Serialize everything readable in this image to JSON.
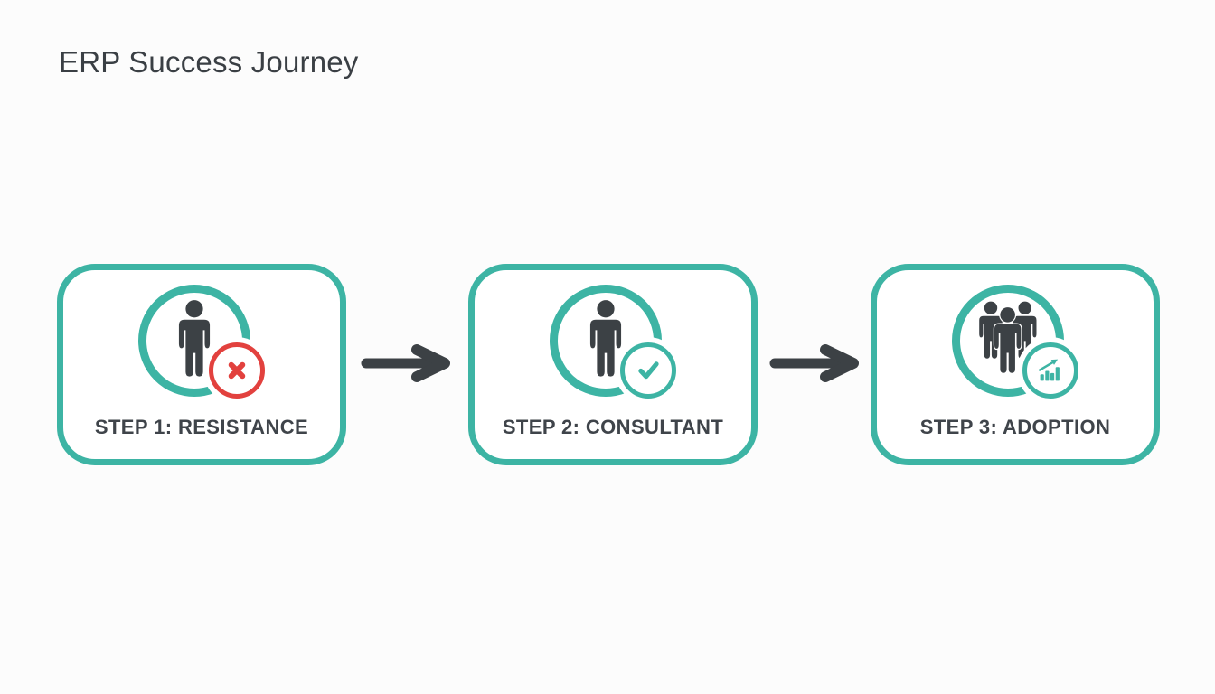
{
  "title": "ERP Success Journey",
  "colors": {
    "teal": "#3db4a4",
    "dark": "#3c4145",
    "red": "#e2413e",
    "bg": "#fcfcfc",
    "card": "#ffffff",
    "text": "#3f444a"
  },
  "steps": [
    {
      "label": "STEP 1: RESISTANCE",
      "icon": "person-icon",
      "badge": "x-circle-badge",
      "badge_color": "#e2413e"
    },
    {
      "label": "STEP 2: CONSULTANT",
      "icon": "person-icon",
      "badge": "check-circle-badge",
      "badge_color": "#3db4a4"
    },
    {
      "label": "STEP 3: ADOPTION",
      "icon": "people-group-icon",
      "badge": "growth-chart-badge",
      "badge_color": "#3db4a4"
    }
  ],
  "connectors": [
    {
      "type": "arrow-right"
    },
    {
      "type": "arrow-right"
    }
  ]
}
